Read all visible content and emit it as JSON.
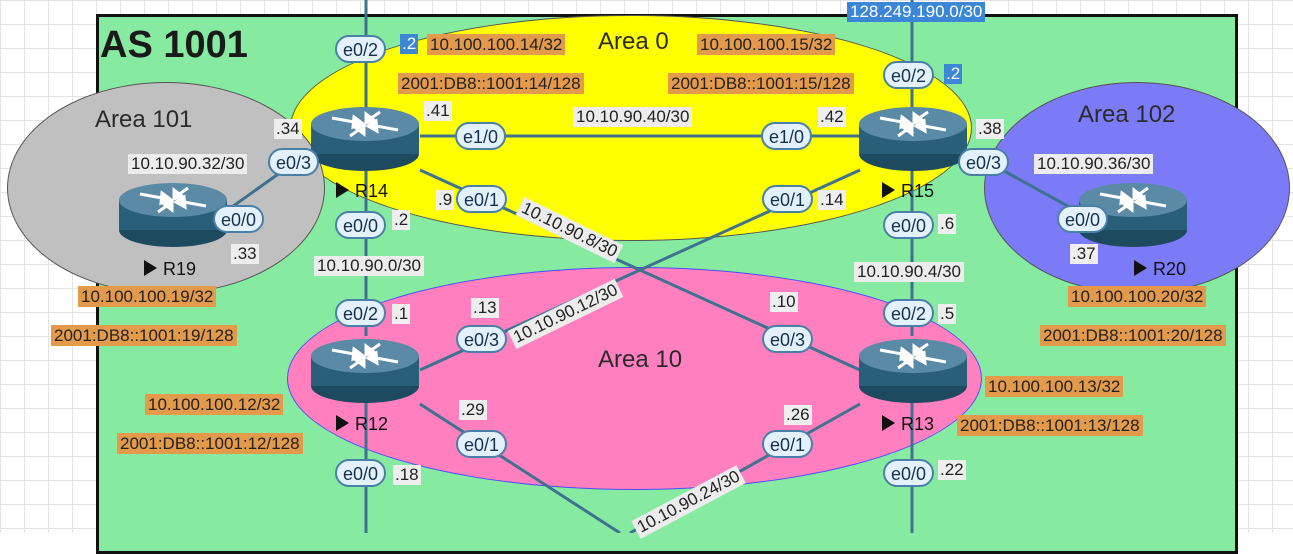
{
  "as_title": "AS 1001",
  "areas": {
    "area0": "Area 0",
    "area101": "Area 101",
    "area102": "Area 102",
    "area10": "Area 10"
  },
  "colors": {
    "as_fill": "#86eaa0",
    "area0": "#ffff00",
    "area101": "#c0c0c0",
    "area102": "#7b7bf7",
    "area10": "#ff7fbf",
    "link": "#3e7290",
    "orange_label": "#e39a4b",
    "blue_label": "#3b87d6"
  },
  "routers": {
    "r14": "R14",
    "r15": "R15",
    "r19": "R19",
    "r20": "R20",
    "r12": "R12",
    "r13": "R13"
  },
  "interfaces": {
    "r14_e02": "e0/2",
    "r14_e10": "e1/0",
    "r14_e03": "e0/3",
    "r14_e01": "e0/1",
    "r14_e00": "e0/0",
    "r15_e02": "e0/2",
    "r15_e10": "e1/0",
    "r15_e03": "e0/3",
    "r15_e01": "e0/1",
    "r15_e00": "e0/0",
    "r19_e00": "e0/0",
    "r20_e00": "e0/0",
    "r12_e02": "e0/2",
    "r12_e03": "e0/3",
    "r12_e01": "e0/1",
    "r12_e00": "e0/0",
    "r13_e02": "e0/2",
    "r13_e03": "e0/3",
    "r13_e01": "e0/1",
    "r13_e00": "e0/0"
  },
  "host_ids": {
    "r14_e02": ".2",
    "r14_e10": ".41",
    "r14_e03": ".34",
    "r14_e01": ".9",
    "r14_e00": ".2",
    "r15_e02": ".2",
    "r15_e10": ".42",
    "r15_e03": ".38",
    "r15_e01": ".14",
    "r15_e00": ".6",
    "r19_e00": ".33",
    "r20_e00": ".37",
    "r12_e02": ".1",
    "r12_e03": ".13",
    "r12_e01": ".29",
    "r12_e00": ".18",
    "r13_e02": ".5",
    "r13_e03": ".10",
    "r13_e01": ".26",
    "r13_e00": ".22"
  },
  "subnets": {
    "external": "128.249.190.0/30",
    "r14_r15": "10.10.90.40/30",
    "r14_r13": "10.10.90.8/30",
    "r15_r12": "10.10.90.12/30",
    "r14_r12": "10.10.90.0/30",
    "r15_r13": "10.10.90.4/30",
    "r14_r19": "10.10.90.32/30",
    "r15_r20": "10.10.90.36/30",
    "r12_r13": "10.10.90.24/30"
  },
  "loopbacks": {
    "r14_v4": "10.100.100.14/32",
    "r14_v6": "2001:DB8::1001:14/128",
    "r15_v4": "10.100.100.15/32",
    "r15_v6": "2001:DB8::1001:15/128",
    "r19_v4": "10.100.100.19/32",
    "r19_v6": "2001:DB8::1001:19/128",
    "r20_v4": "10.100.100.20/32",
    "r20_v6": "2001:DB8::1001:20/128",
    "r12_v4": "10.100.100.12/32",
    "r12_v6": "2001:DB8::1001:12/128",
    "r13_v4": "10.100.100.13/32",
    "r13_v6": "2001:DB8::1001:13/128"
  }
}
